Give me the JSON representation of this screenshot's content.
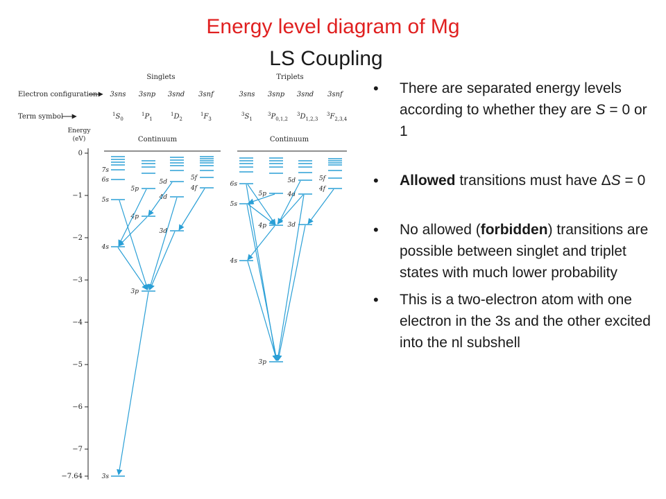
{
  "title": "Energy level diagram of Mg",
  "subtitle": "LS Coupling",
  "diagram": {
    "group_labels": {
      "singlets": "Singlets",
      "triplets": "Triplets"
    },
    "row_labels": {
      "config": "Electron configuration",
      "term": "Term symbol",
      "energy_label_1": "Energy",
      "energy_label_2": "(eV)"
    },
    "continuum_label": "Continuum",
    "energy_ticks": [
      "0",
      "−1",
      "−2",
      "−3",
      "−4",
      "−5",
      "−6",
      "−7",
      "−7.64"
    ],
    "singlets": {
      "configs": [
        "3sns",
        "3snp",
        "3snd",
        "3snf"
      ],
      "terms": [
        {
          "sup": "1",
          "base": "S",
          "sub": "0"
        },
        {
          "sup": "1",
          "base": "P",
          "sub": "1"
        },
        {
          "sup": "1",
          "base": "D",
          "sub": "2"
        },
        {
          "sup": "1",
          "base": "F",
          "sub": "3"
        }
      ],
      "level_labels": {
        "s7": "7s",
        "s6": "6s",
        "s5": "5s",
        "s4": "4s",
        "s3": "3s",
        "p5": "5p",
        "p4": "4p",
        "p3": "3p",
        "d5": "5d",
        "d4": "4d",
        "d3": "3d",
        "f5": "5f",
        "f4": "4f"
      }
    },
    "triplets": {
      "configs": [
        "3sns",
        "3snp",
        "3snd",
        "3snf"
      ],
      "terms": [
        {
          "sup": "3",
          "base": "S",
          "sub": "1"
        },
        {
          "sup": "3",
          "base": "P",
          "sub": "0,1,2"
        },
        {
          "sup": "3",
          "base": "D",
          "sub": "1,2,3"
        },
        {
          "sup": "3",
          "base": "F",
          "sub": "2,3,4"
        }
      ],
      "level_labels": {
        "s6": "6s",
        "s5": "5s",
        "s4": "4s",
        "p5": "5p",
        "p4": "4p",
        "p3": "3p",
        "d5": "5d",
        "d4": "4d",
        "d3": "3d",
        "f5": "5f",
        "f4": "4f"
      }
    },
    "line_color": "#2a9fd6"
  },
  "bullets": {
    "b1_prefix": "There are separated energy levels according to whether they are ",
    "b1_var": "S",
    "b1_suffix": " = 0 or 1",
    "b2_bold": "Allowed",
    "b2_mid": " transitions must have ",
    "b2_delta": "Δ",
    "b2_var": "S",
    "b2_suffix": " = 0",
    "b3_prefix": "No allowed (",
    "b3_bold": "forbidden",
    "b3_suffix": ") transitions are possible between singlet and triplet states with much lower probability",
    "b4": "This is a two-electron atom with one electron in the 3s and the other excited into the nl subshell"
  }
}
